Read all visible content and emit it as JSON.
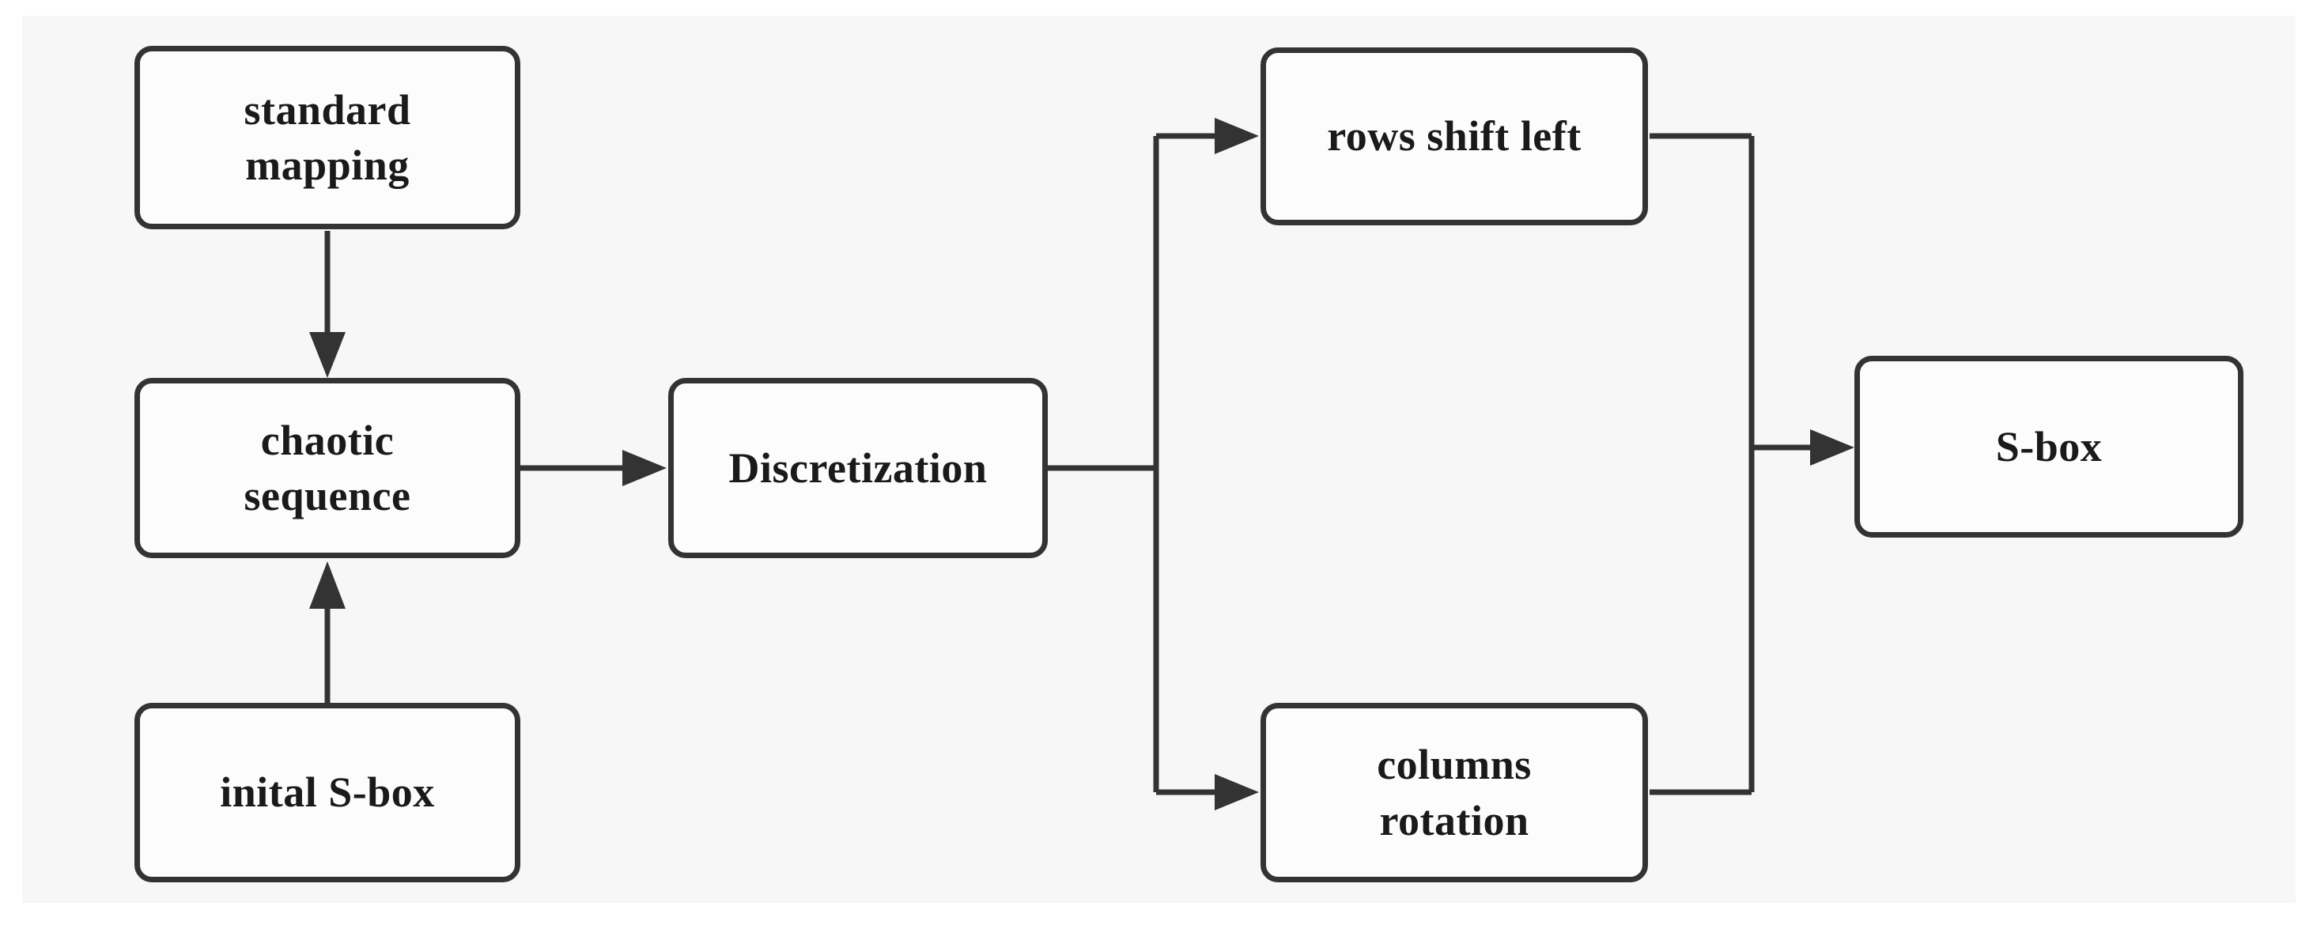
{
  "diagram": {
    "nodes": [
      {
        "id": "standard-mapping",
        "label": "standard\nmapping"
      },
      {
        "id": "chaotic-sequence",
        "label": "chaotic\nsequence"
      },
      {
        "id": "inital-sbox",
        "label": "inital S-box"
      },
      {
        "id": "discretization",
        "label": "Discretization"
      },
      {
        "id": "rows-shift-left",
        "label": "rows shift left"
      },
      {
        "id": "columns-rotation",
        "label": "columns\nrotation"
      },
      {
        "id": "sbox",
        "label": "S-box"
      }
    ],
    "edges": [
      {
        "from": "standard mapping",
        "to": "chaotic sequence"
      },
      {
        "from": "inital S-box",
        "to": "chaotic sequence"
      },
      {
        "from": "chaotic sequence",
        "to": "Discretization"
      },
      {
        "from": "Discretization",
        "to": "rows shift left"
      },
      {
        "from": "Discretization",
        "to": "columns rotation"
      },
      {
        "from": "rows shift left",
        "to": "S-box"
      },
      {
        "from": "columns rotation",
        "to": "S-box"
      }
    ],
    "colors": {
      "page_background": "#ffffff",
      "panel_background": "#f7f7f7",
      "stroke": "#333333",
      "node_fill": "#fcfcfc",
      "text": "#1a1a1a"
    }
  }
}
